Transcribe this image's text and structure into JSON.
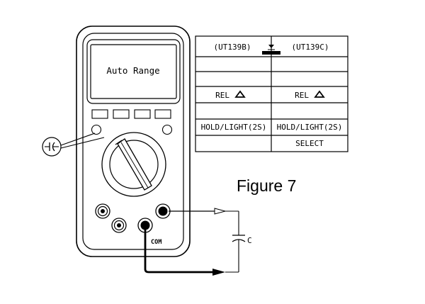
{
  "meter": {
    "display_text": "Auto Range",
    "com_label": "COM",
    "capacitance_symbol": "⊣(",
    "buttons_count": 4
  },
  "table": {
    "header": {
      "left": "(UT139B)",
      "right": "(UT139C)"
    },
    "rows": [
      {
        "left": "",
        "right": ""
      },
      {
        "left": "",
        "right": ""
      },
      {
        "left": "REL",
        "right": "REL"
      },
      {
        "left": "",
        "right": ""
      },
      {
        "left": "HOLD/LIGHT(2S)",
        "right": "HOLD/LIGHT(2S)"
      },
      {
        "left": "",
        "right": "SELECT"
      }
    ]
  },
  "circuit": {
    "capacitor_label": "C"
  },
  "figure_caption": "Figure 7"
}
